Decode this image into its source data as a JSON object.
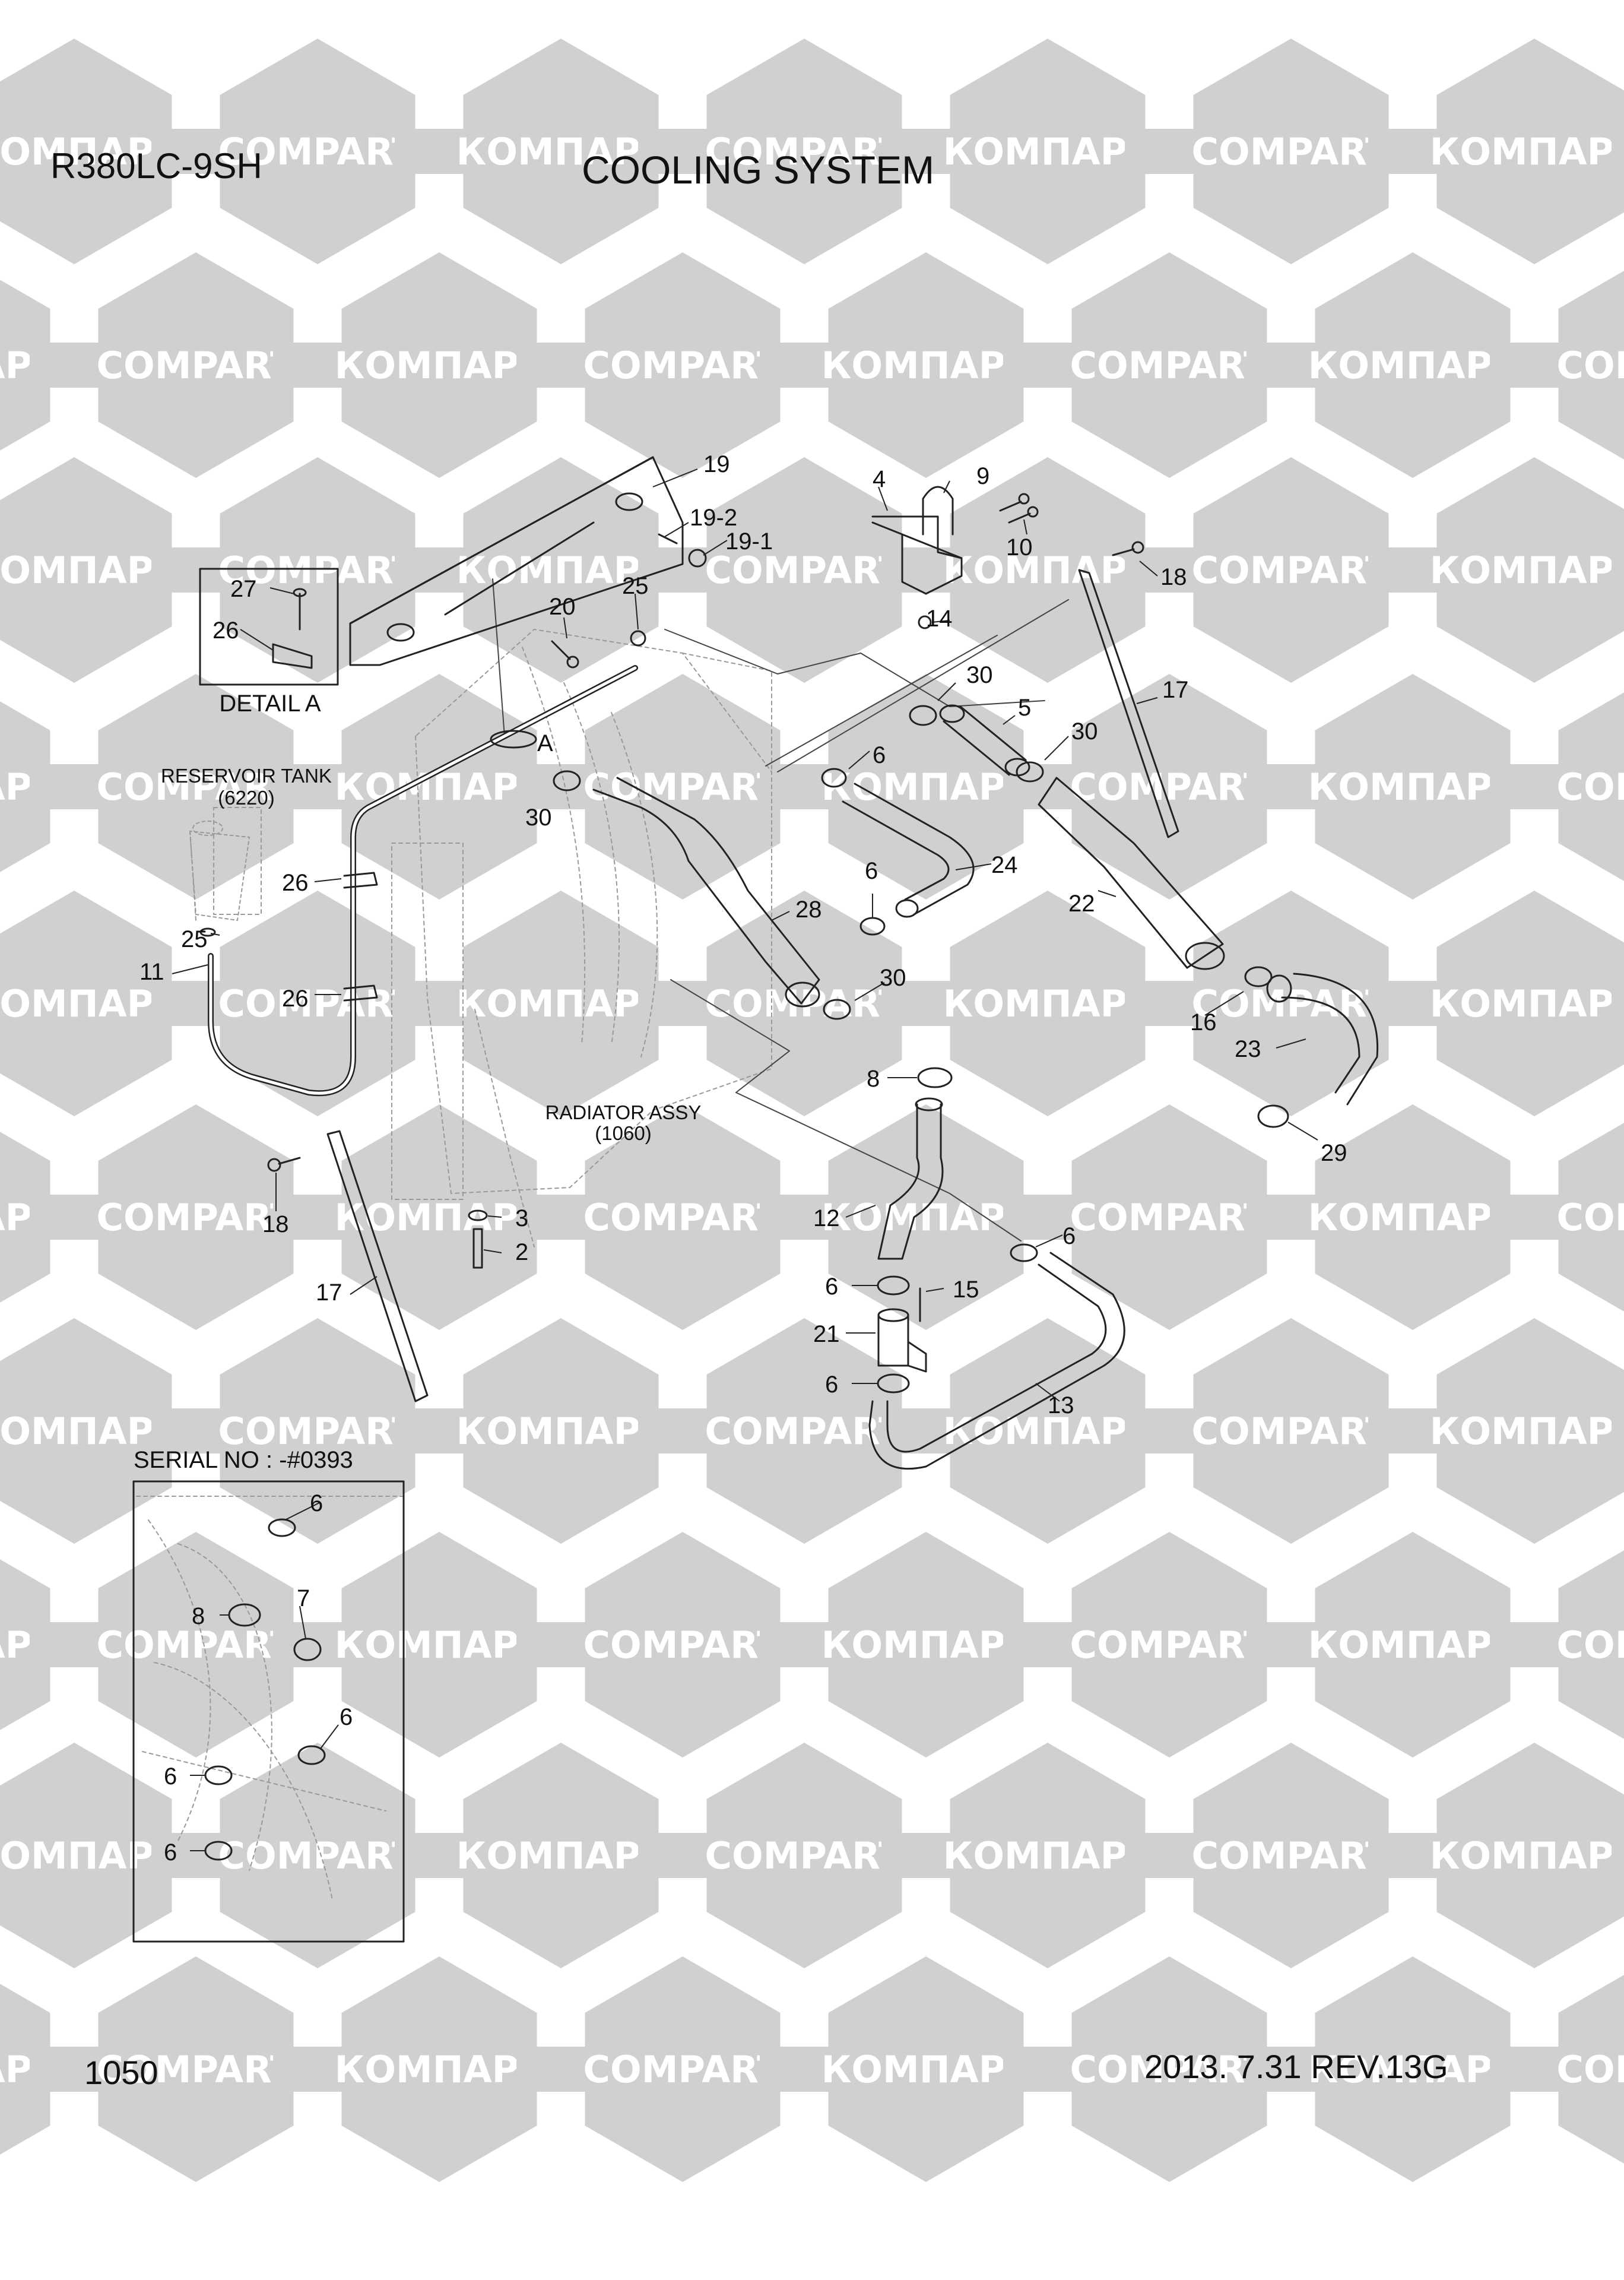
{
  "header": {
    "model": "R380LC-9SH",
    "title": "COOLING SYSTEM"
  },
  "footer": {
    "page_number": "1050",
    "revision": "2013. 7.31  REV.13G"
  },
  "watermark": {
    "text_ru": "КОМПАРТ",
    "text_en": "COMPART",
    "color": "#d0d0d0"
  },
  "inset_serial": {
    "label": "SERIAL NO : -#0393"
  },
  "detail": {
    "label": "DETAIL A",
    "ref": "A"
  },
  "assemblies": {
    "reservoir_tank": {
      "name": "RESERVOIR TANK",
      "code": "(6220)"
    },
    "radiator_assy": {
      "name": "RADIATOR ASSY",
      "code": "(1060)"
    }
  },
  "callouts": [
    "19",
    "19-2",
    "19-1",
    "4",
    "9",
    "10",
    "18",
    "14",
    "27",
    "26",
    "20",
    "25",
    "17",
    "30",
    "5",
    "30",
    "6",
    "30",
    "24",
    "22",
    "26",
    "25",
    "11",
    "26",
    "6",
    "28",
    "30",
    "16",
    "23",
    "29",
    "8",
    "12",
    "6",
    "6",
    "15",
    "21",
    "6",
    "13",
    "3",
    "2",
    "18",
    "17",
    "6",
    "8",
    "7",
    "6",
    "6",
    "6"
  ]
}
